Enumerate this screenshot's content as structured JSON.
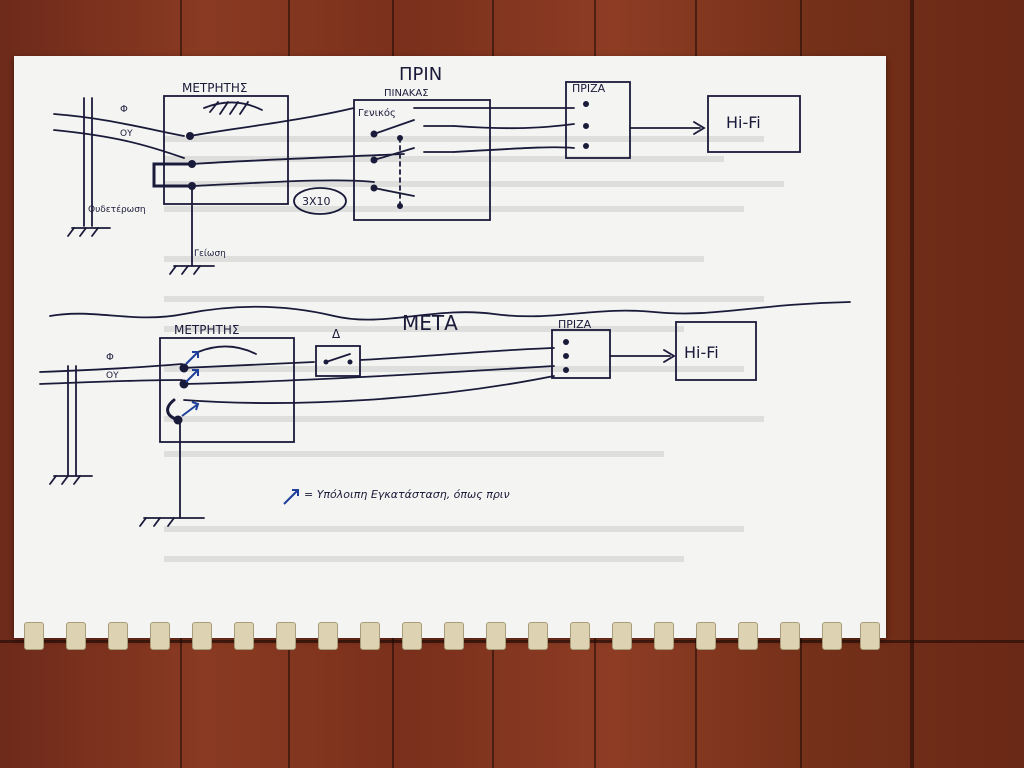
{
  "colors": {
    "ink": "#1a1a3a",
    "paper": "#f4f4f2",
    "table": "#7a301c",
    "pointer": "#1f3f9a"
  },
  "before": {
    "section_title": "ΠΡΙΝ",
    "meter_label": "ΜΕΤΡΗΤΗΣ",
    "panel_label": "ΠΙΝΑΚΑΣ",
    "main_switch_label": "Γενικός",
    "outlet_label": "ΠΡΙΖΑ",
    "hifi_label": "Hi-Fi",
    "phase_label": "Φ",
    "neutral_label": "ΟΥ",
    "neutral_ground_label": "Ουδετέρωση",
    "ground_label": "Γείωση",
    "cable_label": "3X10"
  },
  "after": {
    "section_title": "ΜΕΤΑ",
    "meter_label": "ΜΕΤΡΗΤΗΣ",
    "switch_label": "Δ",
    "outlet_label": "ΠΡΙΖΑ",
    "hifi_label": "Hi-Fi",
    "phase_label": "Φ",
    "neutral_label": "ΟΥ"
  },
  "legend": {
    "text": "= Υπόλοιπη Εγκατάσταση, όπως πριν"
  }
}
